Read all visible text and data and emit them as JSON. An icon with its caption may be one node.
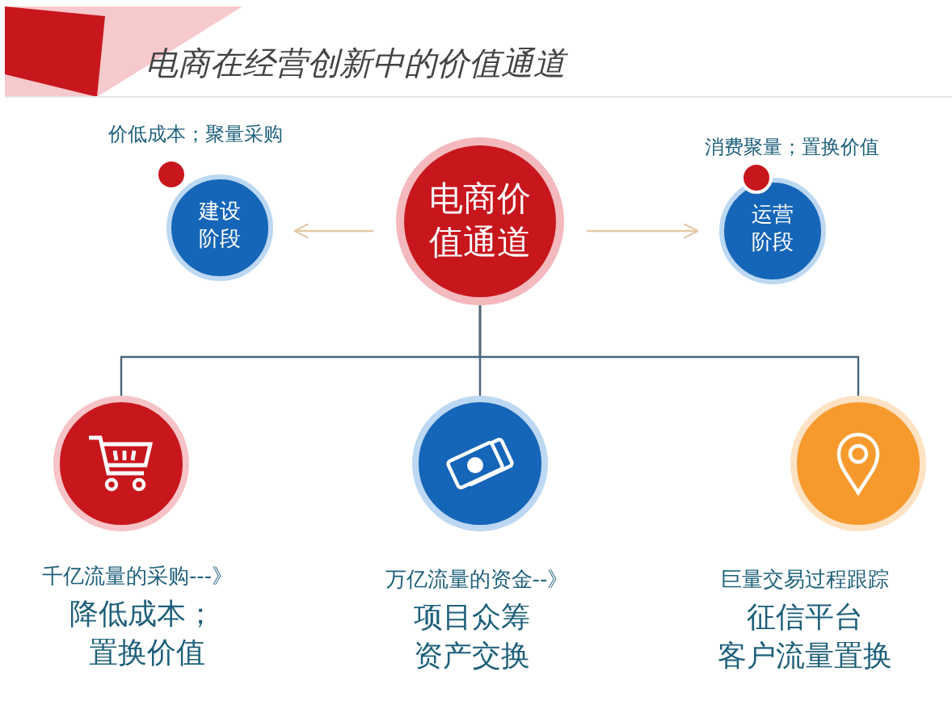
{
  "diagram": {
    "title": "电商在经营创新中的价值通道",
    "nodes": [
      {
        "text": [
          "电商价值通道"
        ]
      },
      {
        "text": [
          "建设阶段"
        ],
        "beside": [
          "价低成本；聚量采购"
        ]
      },
      {
        "text": [
          "运营阶段"
        ],
        "beside": [
          "消费聚量；置换价值"
        ]
      },
      {
        "text": [],
        "shape": "circle",
        "beside": [
          "千亿流量的采购---》",
          "降低成本；",
          "置换价值"
        ]
      },
      {
        "text": [],
        "shape": "circle",
        "beside": [
          "万亿流量的资金--》",
          "项目众筹",
          "资产交换"
        ]
      },
      {
        "text": [],
        "shape": "circle",
        "beside": [
          "巨量交易过程跟踪",
          "征信平台",
          "客户流量置换"
        ]
      }
    ],
    "edges": [
      {
        "from": 0,
        "to": 1,
        "arrow": "to",
        "color": "#e6c9a6"
      },
      {
        "from": 0,
        "to": 2,
        "arrow": "to",
        "color": "#e6c9a6"
      },
      {
        "from": 0,
        "to": 3,
        "arrow": "none"
      },
      {
        "from": 0,
        "to": 4,
        "arrow": "none"
      },
      {
        "from": 0,
        "to": 5,
        "arrow": "none"
      }
    ]
  }
}
